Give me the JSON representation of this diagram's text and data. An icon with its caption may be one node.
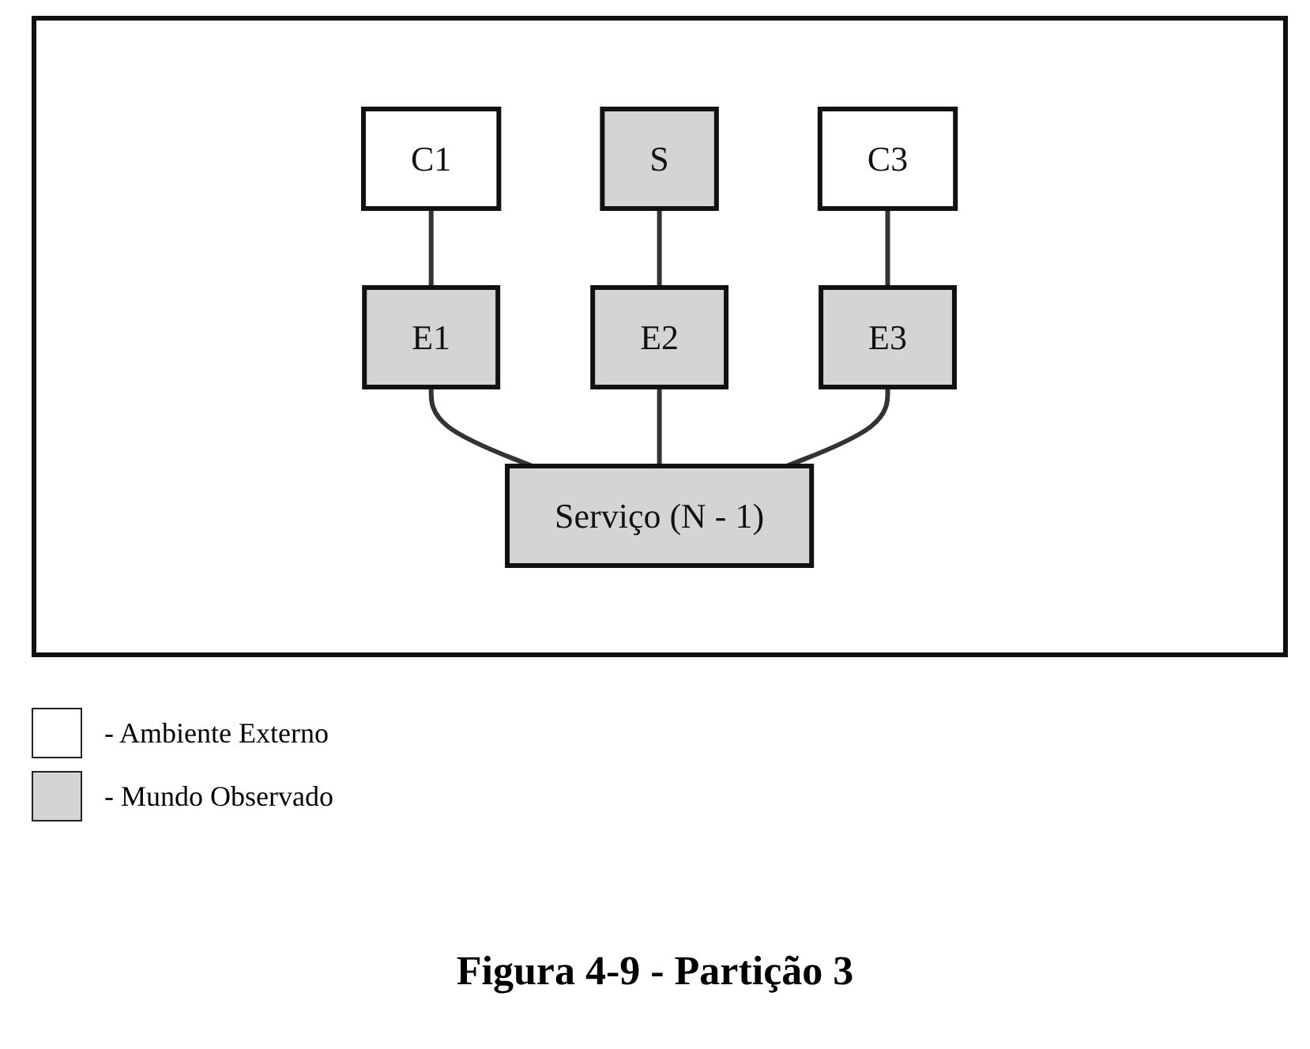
{
  "diagram": {
    "caption": "Figura 4-9 - Partição 3",
    "nodes": [
      {
        "text": [
          "C1"
        ]
      },
      {
        "text": [
          "S"
        ]
      },
      {
        "text": [
          "C3"
        ]
      },
      {
        "text": [
          "E1"
        ]
      },
      {
        "text": [
          "E2"
        ]
      },
      {
        "text": [
          "E3"
        ]
      },
      {
        "text": [
          "Serviço (N - 1)"
        ]
      }
    ],
    "edges": [
      {
        "from": 0,
        "to": 3,
        "arrow": "none"
      },
      {
        "from": 1,
        "to": 4,
        "arrow": "none"
      },
      {
        "from": 2,
        "to": 5,
        "arrow": "none"
      },
      {
        "from": 3,
        "to": 6,
        "arrow": "none"
      },
      {
        "from": 4,
        "to": 6,
        "arrow": "none"
      },
      {
        "from": 5,
        "to": 6,
        "arrow": "none"
      }
    ],
    "legend": [
      {
        "text": "- Ambiente Externo",
        "color": "#ffffff"
      },
      {
        "text": "- Mundo Observado",
        "color": "#d4d4d4"
      }
    ]
  }
}
